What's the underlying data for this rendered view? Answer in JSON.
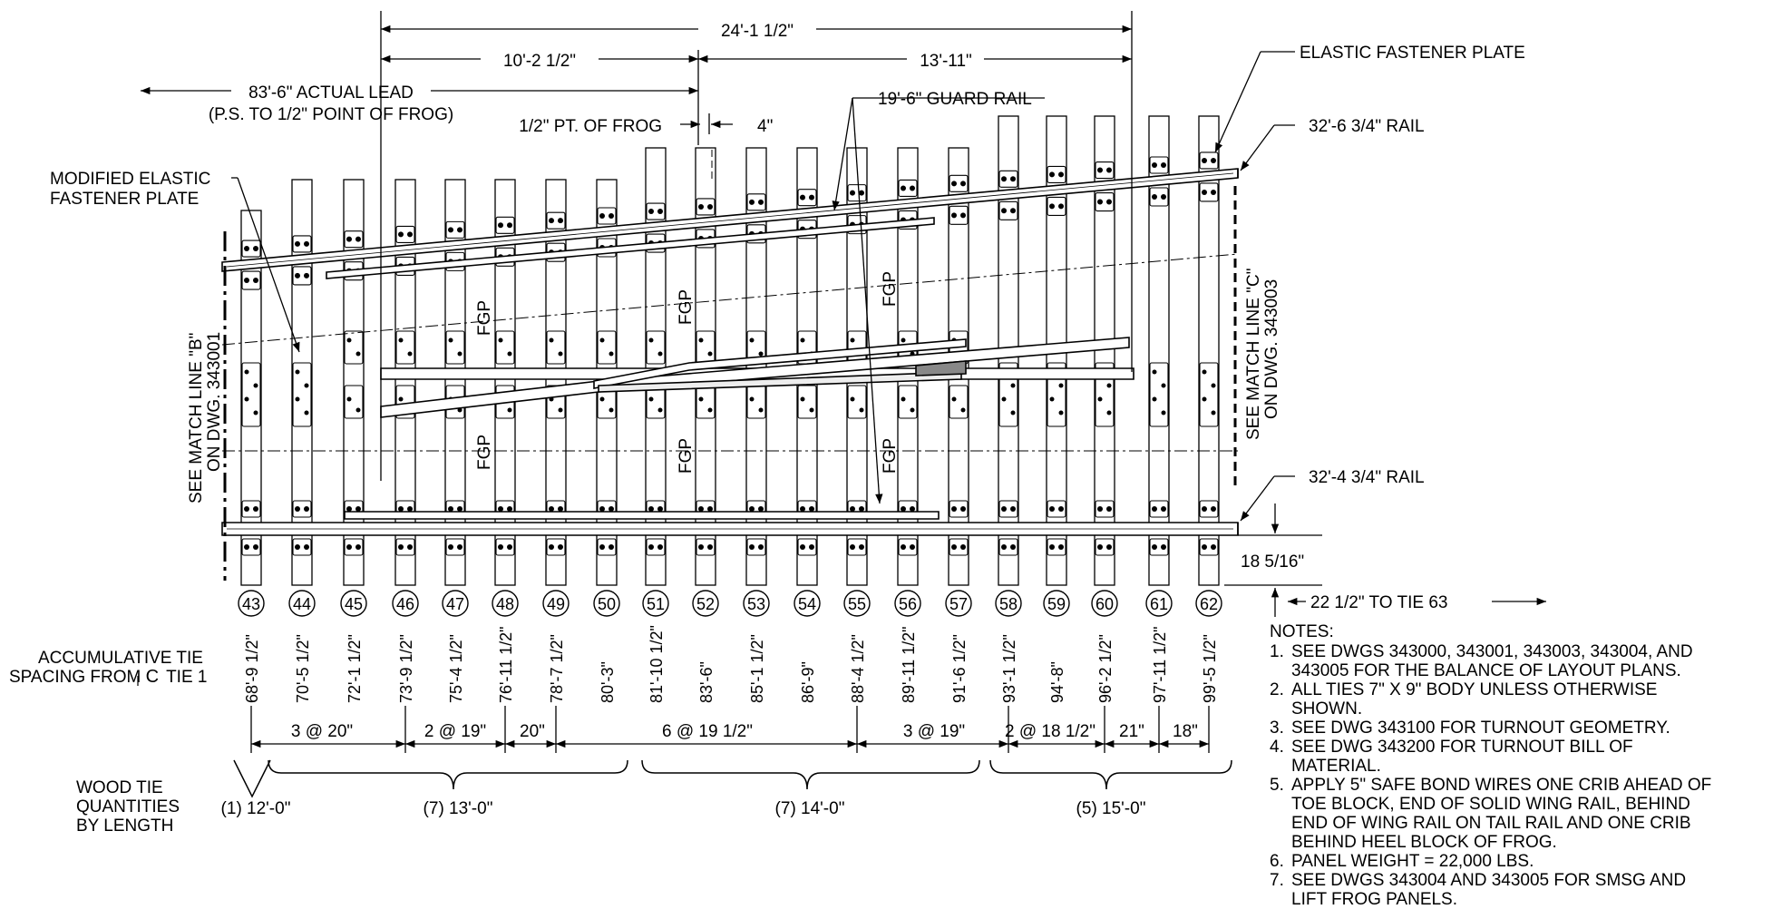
{
  "dimensions": {
    "overall": "24'-1 1/2\"",
    "left_segment": "10'-2 1/2\"",
    "right_segment": "13'-11\"",
    "actual_lead_line1": "83'-6\" ACTUAL LEAD",
    "actual_lead_line2": "(P.S. TO 1/2\" POINT OF FROG)",
    "half_point_frog": "1/2\" PT. OF FROG",
    "four_inch": "4\"",
    "tie_offset": "18 5/16\"",
    "to_tie_63": "22 1/2\" TO TIE 63"
  },
  "callouts": {
    "guard_rail": "19'-6\" GUARD RAIL",
    "elastic_plate": "ELASTIC FASTENER PLATE",
    "rail_top": "32'-6 3/4\" RAIL",
    "rail_bottom": "32'-4 3/4\" RAIL",
    "modified_plate_line1": "MODIFIED ELASTIC",
    "modified_plate_line2": "FASTENER PLATE",
    "fgp": "FGP"
  },
  "match_lines": {
    "left_line1": "SEE MATCH LINE \"B\"",
    "left_line2": "ON DWG. 343001",
    "right_line1": "SEE MATCH LINE \"C\"",
    "right_line2": "ON DWG. 343003"
  },
  "ties": [
    {
      "num": "43",
      "spacing": "68'-9 1/2\""
    },
    {
      "num": "44",
      "spacing": "70'-5 1/2\""
    },
    {
      "num": "45",
      "spacing": "72'-1 1/2\""
    },
    {
      "num": "46",
      "spacing": "73'-9 1/2\""
    },
    {
      "num": "47",
      "spacing": "75'-4 1/2\""
    },
    {
      "num": "48",
      "spacing": "76'-11 1/2\""
    },
    {
      "num": "49",
      "spacing": "78'-7 1/2\""
    },
    {
      "num": "50",
      "spacing": "80'-3\""
    },
    {
      "num": "51",
      "spacing": "81'-10 1/2\""
    },
    {
      "num": "52",
      "spacing": "83'-6\""
    },
    {
      "num": "53",
      "spacing": "85'-1 1/2\""
    },
    {
      "num": "54",
      "spacing": "86'-9\""
    },
    {
      "num": "55",
      "spacing": "88'-4 1/2\""
    },
    {
      "num": "56",
      "spacing": "89'-11 1/2\""
    },
    {
      "num": "57",
      "spacing": "91'-6 1/2\""
    },
    {
      "num": "58",
      "spacing": "93'-1 1/2\""
    },
    {
      "num": "59",
      "spacing": "94'-8\""
    },
    {
      "num": "60",
      "spacing": "96'-2 1/2\""
    },
    {
      "num": "61",
      "spacing": "97'-11 1/2\""
    },
    {
      "num": "62",
      "spacing": "99'-5 1/2\""
    }
  ],
  "spacing_groups": [
    "3 @ 20\"",
    "2 @ 19\"",
    "20\"",
    "6 @ 19 1/2\"",
    "3 @ 19\"",
    "2 @ 18 1/2\"",
    "21\"",
    "18\""
  ],
  "accum_label_line1": "ACCUMULATIVE TIE",
  "accum_label_line2": "SPACING FROM",
  "accum_label_cl": "C",
  "accum_label_tie": "TIE 1",
  "wood_label": [
    "WOOD TIE",
    "QUANTITIES",
    "BY LENGTH"
  ],
  "quantities": [
    "(1) 12'-0\"",
    "(7) 13'-0\"",
    "(7) 14'-0\"",
    "(5) 15'-0\""
  ],
  "notes_title": "NOTES:",
  "notes": [
    [
      "1.",
      "SEE DWGS 343000, 343001, 343003, 343004, AND",
      "343005 FOR THE BALANCE OF LAYOUT PLANS."
    ],
    [
      "2.",
      "ALL TIES 7\" X 9\" BODY UNLESS OTHERWISE",
      "SHOWN."
    ],
    [
      "3.",
      "SEE DWG 343100 FOR TURNOUT GEOMETRY."
    ],
    [
      "4.",
      "SEE DWG 343200 FOR TURNOUT BILL OF",
      "MATERIAL."
    ],
    [
      "5.",
      "APPLY 5\" SAFE BOND WIRES ONE CRIB AHEAD OF",
      "TOE BLOCK, END OF SOLID WING RAIL, BEHIND",
      "END OF WING RAIL ON TAIL RAIL AND ONE CRIB",
      "BEHIND HEEL BLOCK OF FROG."
    ],
    [
      "6.",
      "PANEL WEIGHT = 22,000 LBS."
    ],
    [
      "7.",
      "SEE DWGS 343004 AND 343005 FOR SMSG AND",
      "LIFT FROG PANELS."
    ]
  ]
}
